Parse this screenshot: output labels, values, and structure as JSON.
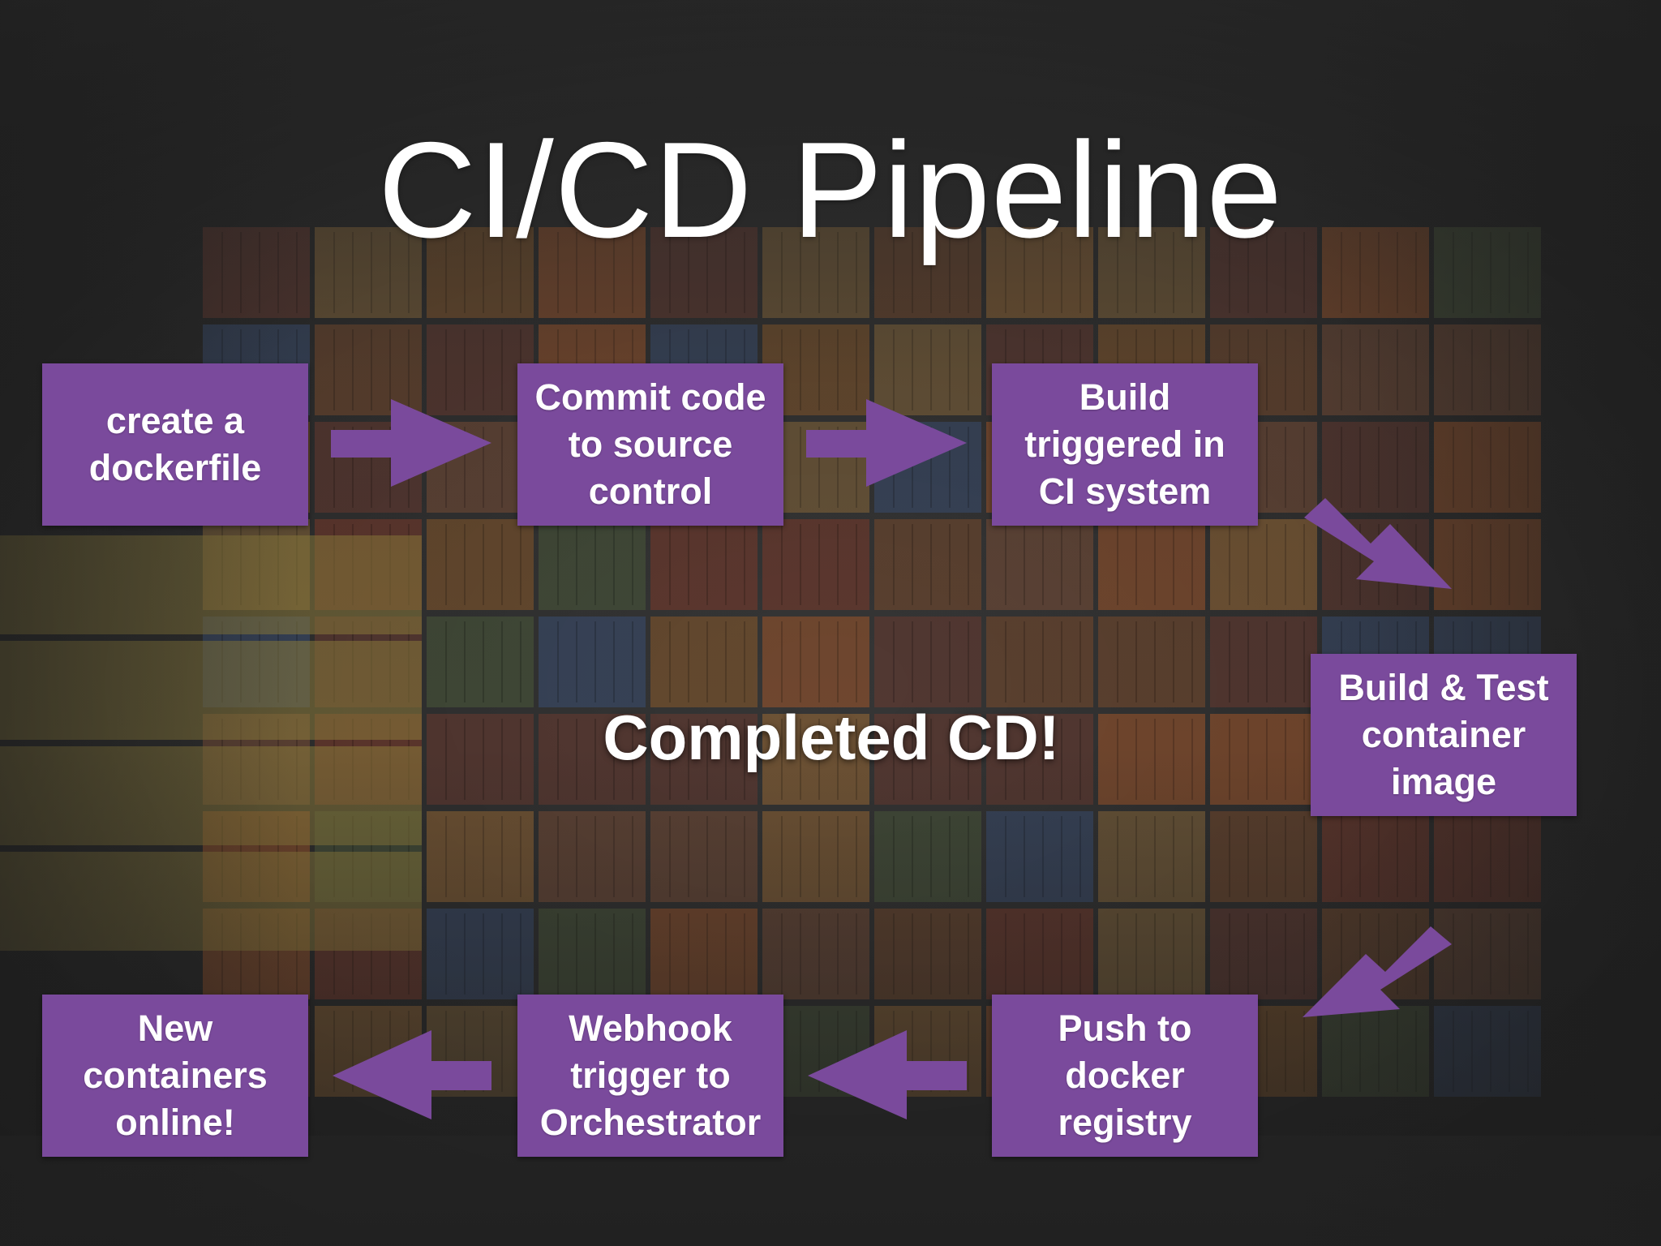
{
  "title": "CI/CD Pipeline",
  "steps": [
    {
      "id": "create-dockerfile",
      "label": "create a\ndockerfile"
    },
    {
      "id": "commit-code",
      "label": "Commit code\nto source\ncontrol"
    },
    {
      "id": "build-triggered",
      "label": "Build\ntriggered in\nCI system"
    },
    {
      "id": "build-test",
      "label": "Build & Test\ncontainer\nimage"
    },
    {
      "id": "push-registry",
      "label": "Push to\ndocker\nregistry"
    },
    {
      "id": "webhook-trigger",
      "label": "Webhook\ntrigger to\nOrchestrator"
    },
    {
      "id": "new-containers",
      "label": "New\ncontainers\nonline!"
    }
  ],
  "center_label": "Completed CD!",
  "colors": {
    "box_fill": "#7a4a9c",
    "text": "#ffffff"
  }
}
